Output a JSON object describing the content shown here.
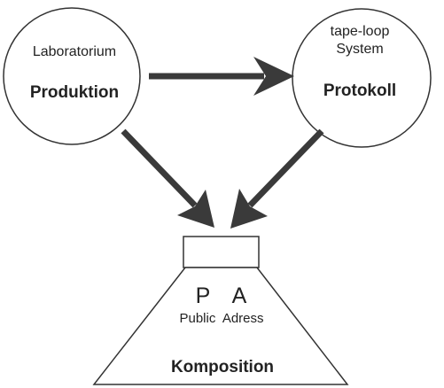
{
  "nodes": {
    "production": {
      "subtitle": "Laboratorium",
      "title": "Produktion"
    },
    "protocol": {
      "subtitle_line1": "tape-loop",
      "subtitle_line2": "System",
      "title": "Protokoll"
    },
    "pa": {
      "letter_p": "P",
      "letter_a": "A",
      "caption": "Public  Adress",
      "title": "Komposition"
    }
  },
  "colors": {
    "stroke": "#333333",
    "arrow": "#3a3a3a",
    "text": "#222222"
  }
}
